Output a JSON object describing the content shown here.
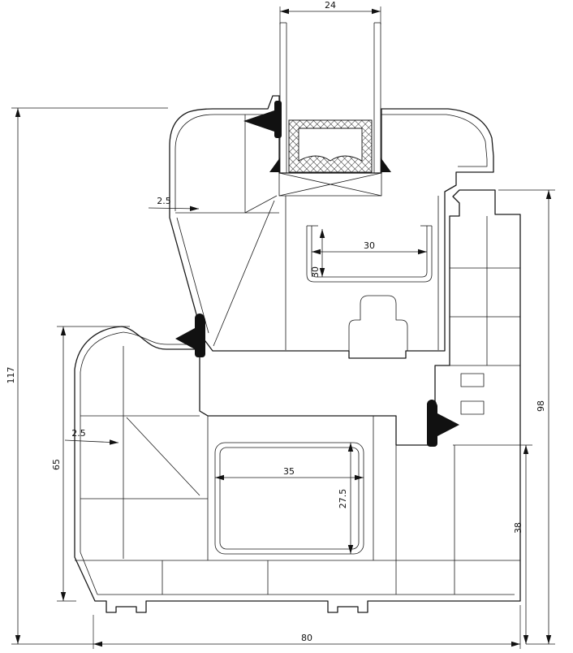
{
  "drawing": {
    "type": "window-profile-cross-section",
    "background": "#ffffff",
    "line_color": "#1a1a1a",
    "dimensions": {
      "glass_unit_width": "24",
      "sash_wall_thickness": "2.5",
      "sash_steel_width": "30",
      "sash_steel_height": "30",
      "overall_height": "117",
      "frame_height": "65",
      "frame_wall_thickness": "2.5",
      "frame_steel_width": "35",
      "frame_steel_height": "27.5",
      "rebate_height": "38",
      "frame_sash_height": "98",
      "overall_width": "80"
    }
  }
}
